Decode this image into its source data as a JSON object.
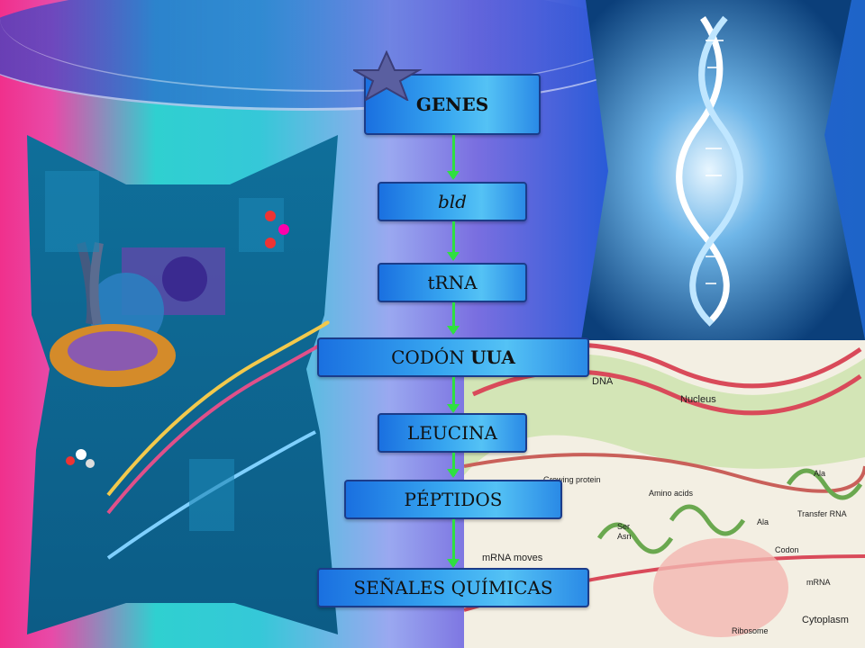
{
  "flow": {
    "steps": [
      {
        "label": "GENES",
        "bold": ""
      },
      {
        "label": "bld",
        "bold": ""
      },
      {
        "label": "tRNA",
        "bold": ""
      },
      {
        "label": "CODÓN ",
        "bold": "UUA"
      },
      {
        "label": "LEUCINA",
        "bold": ""
      },
      {
        "label": "PÉPTIDOS",
        "bold": ""
      },
      {
        "label": "SEÑALES QUÍMICAS",
        "bold": ""
      }
    ]
  },
  "ribosome_image": {
    "labels": {
      "dna": "DNA",
      "nucleus": "Nucleus",
      "amino_acids": "Amino acids",
      "transfer_rna": "Transfer RNA",
      "codon": "Codon",
      "mrna_moves": "mRNA moves",
      "mrna": "mRNA",
      "ribosome": "Ribosome",
      "cytoplasm": "Cytoplasm",
      "ala1": "Ala",
      "ala2": "Ala",
      "ser": "Ser",
      "asn": "Asn",
      "growing_chain": "Growing protein chain"
    }
  },
  "colors": {
    "box_border": "#1b3c8a",
    "arrow": "#2fe040",
    "star": "#5a5fa0"
  }
}
